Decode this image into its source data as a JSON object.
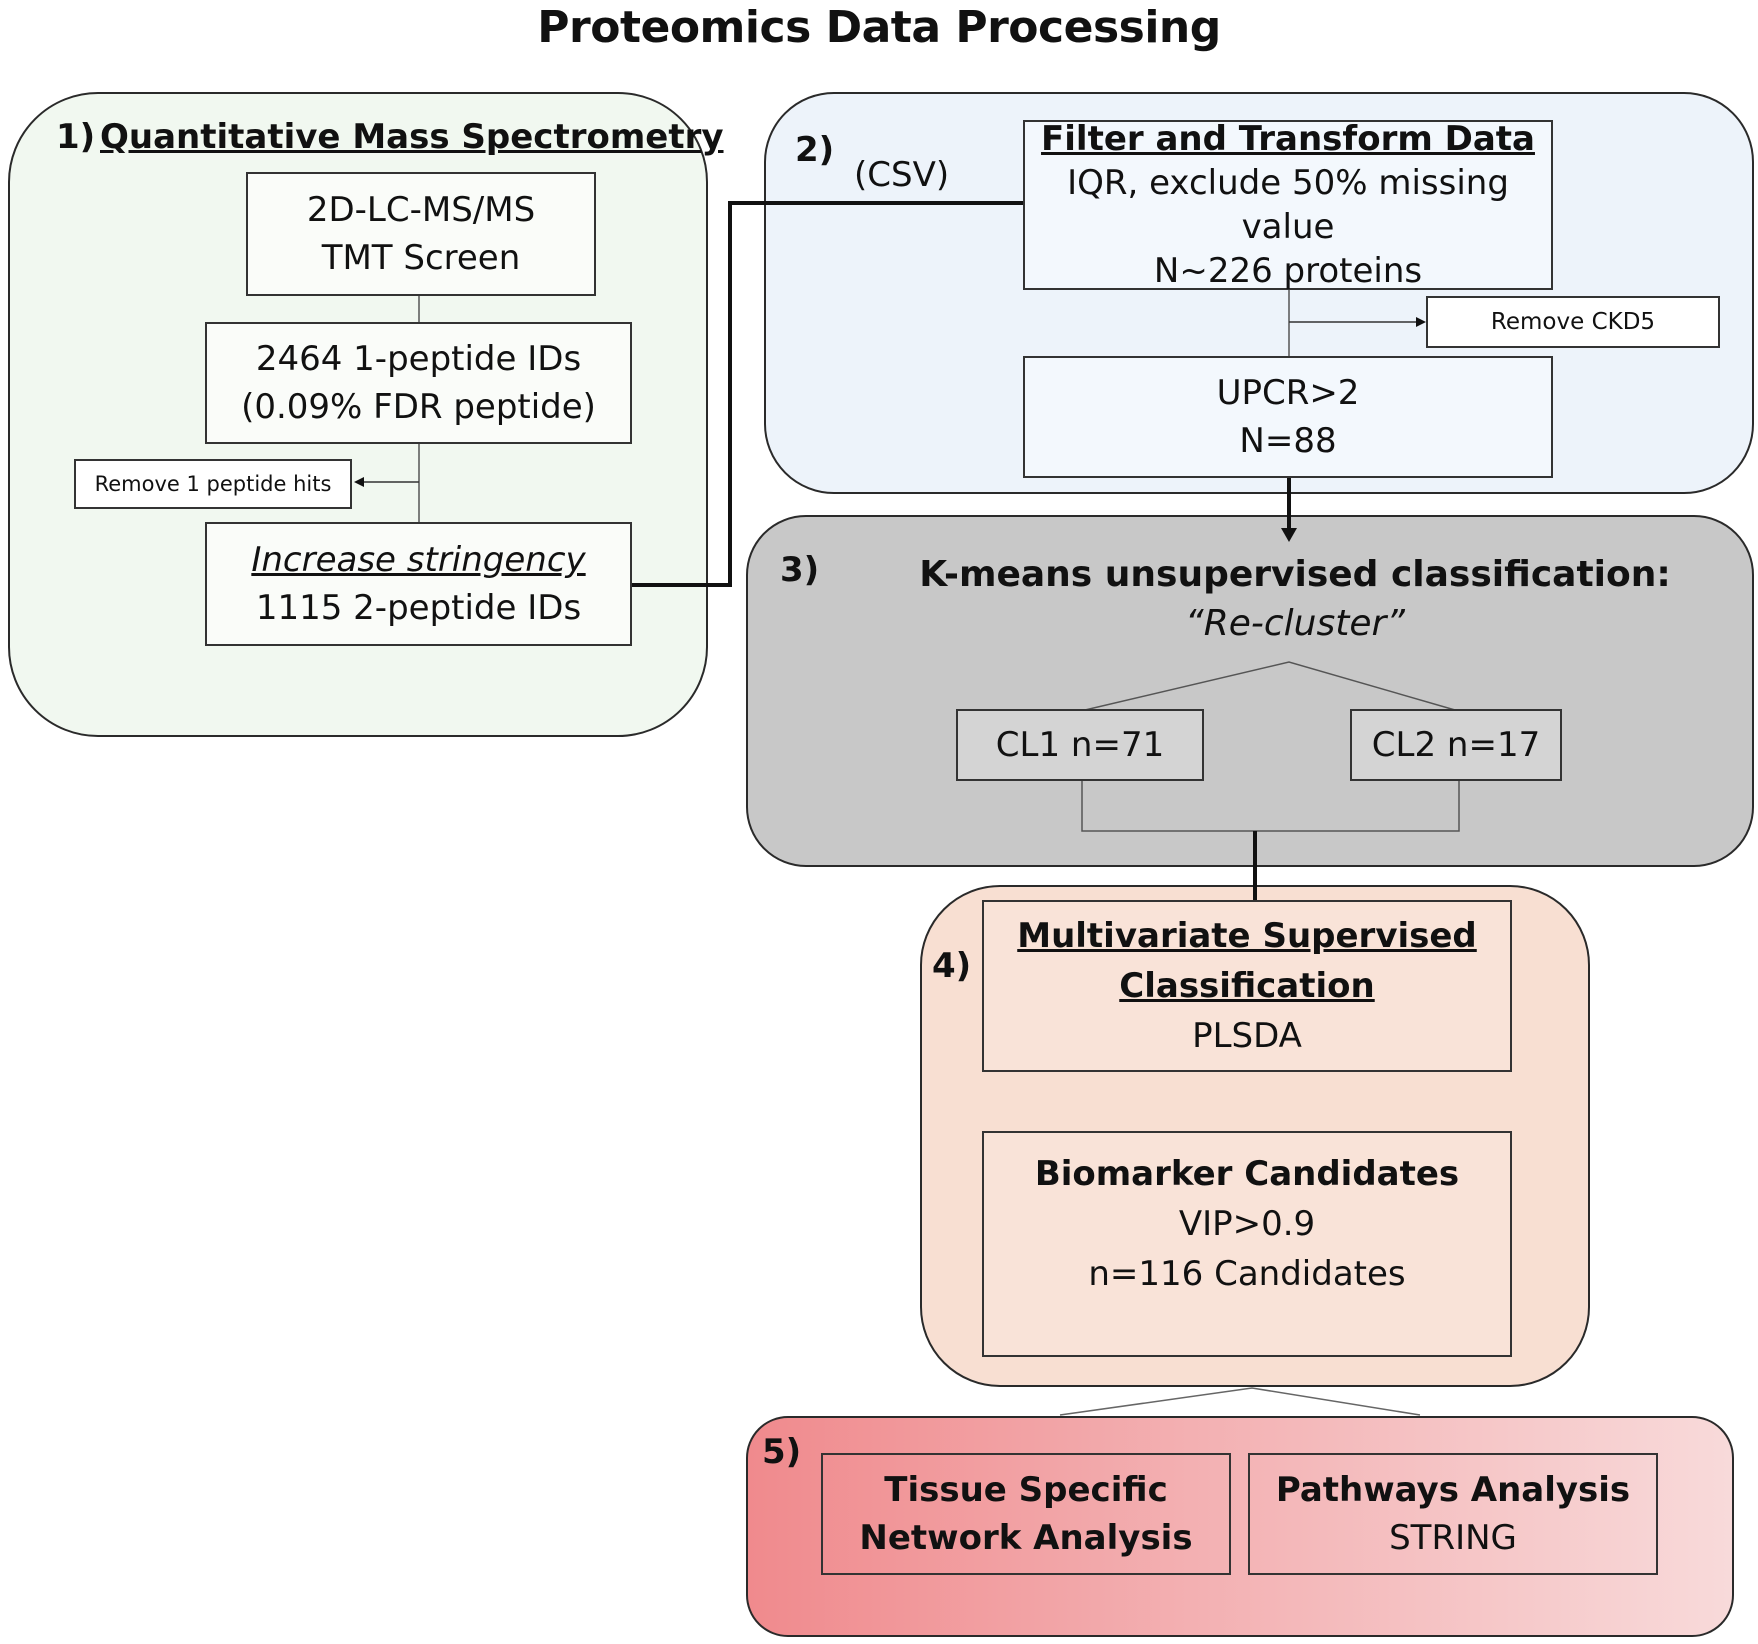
{
  "title": "Proteomics Data Processing",
  "step1": {
    "number": "1)",
    "heading": "Quantitative Mass Spectrometry",
    "box_a": [
      "2D-LC-MS/MS",
      "TMT Screen"
    ],
    "box_b": [
      "2464 1-peptide IDs",
      "(0.09% FDR peptide)"
    ],
    "side_note": "Remove 1 peptide hits",
    "box_c": [
      "Increase stringency",
      "1115 2-peptide IDs"
    ]
  },
  "step2": {
    "number": "2)",
    "csv_label": "(CSV)",
    "box_a": [
      "Filter and Transform Data",
      "IQR, exclude 50% missing value",
      "N~226 proteins"
    ],
    "side_note": "Remove CKD5",
    "box_b": [
      "UPCR>2",
      "N=88"
    ]
  },
  "step3": {
    "number": "3)",
    "heading": "K-means unsupervised classification:",
    "subheading": "“Re-cluster”",
    "cluster1": "CL1 n=71",
    "cluster2": "CL2 n=17"
  },
  "step4": {
    "number": "4)",
    "box_a": [
      "Multivariate Supervised",
      "Classification",
      "PLSDA"
    ],
    "box_b": [
      "Biomarker Candidates",
      "VIP>0.9",
      "n=116 Candidates"
    ]
  },
  "step5": {
    "number": "5)",
    "box_a": [
      "Tissue Specific",
      "Network Analysis"
    ],
    "box_b": [
      "Pathways Analysis",
      "STRING"
    ]
  }
}
